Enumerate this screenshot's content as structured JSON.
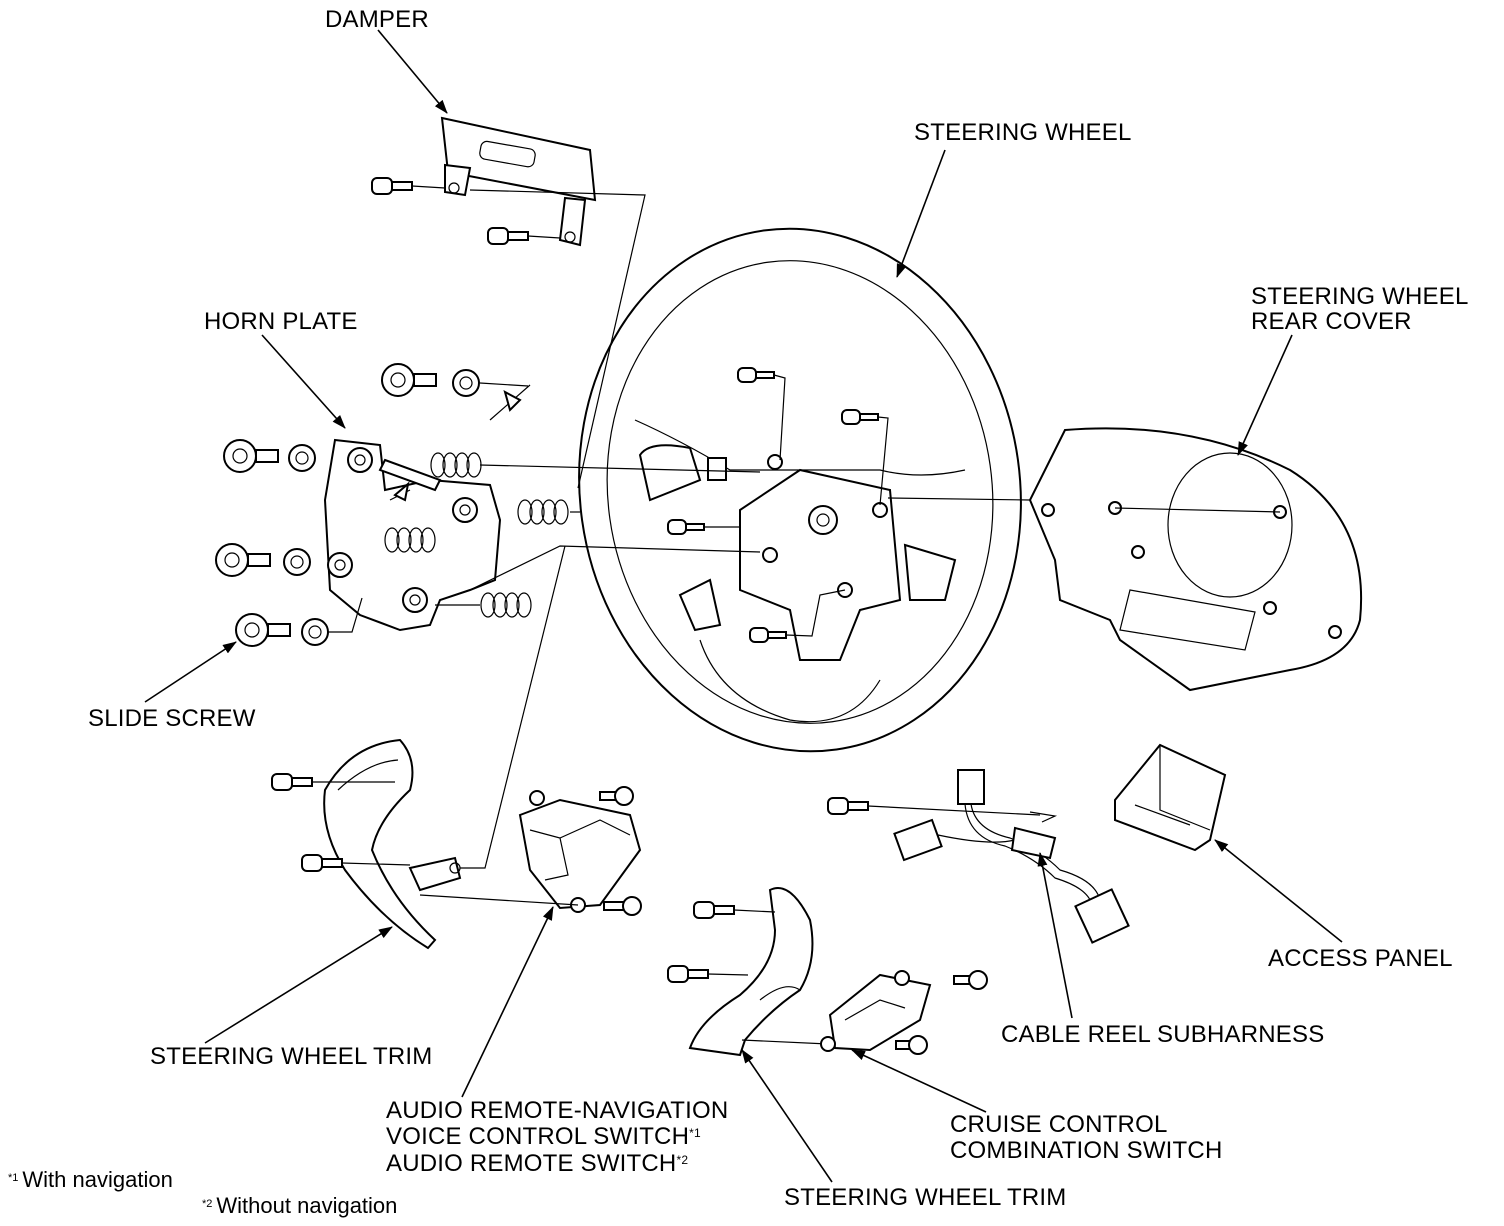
{
  "labels": {
    "damper": "DAMPER",
    "steering_wheel": "STEERING WHEEL",
    "rear_cover_line1": "STEERING WHEEL",
    "rear_cover_line2": "REAR COVER",
    "horn_plate": "HORN PLATE",
    "slide_screw": "SLIDE SCREW",
    "trim_left": "STEERING WHEEL TRIM",
    "audio_line1": "AUDIO REMOTE-NAVIGATION",
    "audio_line2": "VOICE CONTROL SWITCH",
    "audio_line2_mark": "*1",
    "audio_line3": "AUDIO REMOTE SWITCH",
    "audio_line3_mark": "*2",
    "access_panel": "ACCESS PANEL",
    "cable_reel": "CABLE REEL SUBHARNESS",
    "cruise_line1": "CRUISE CONTROL",
    "cruise_line2": "COMBINATION SWITCH",
    "trim_bottom": "STEERING WHEEL TRIM"
  },
  "footnotes": [
    {
      "mark": "*1",
      "text": "With navigation"
    },
    {
      "mark": "*2",
      "text": "Without navigation"
    }
  ]
}
